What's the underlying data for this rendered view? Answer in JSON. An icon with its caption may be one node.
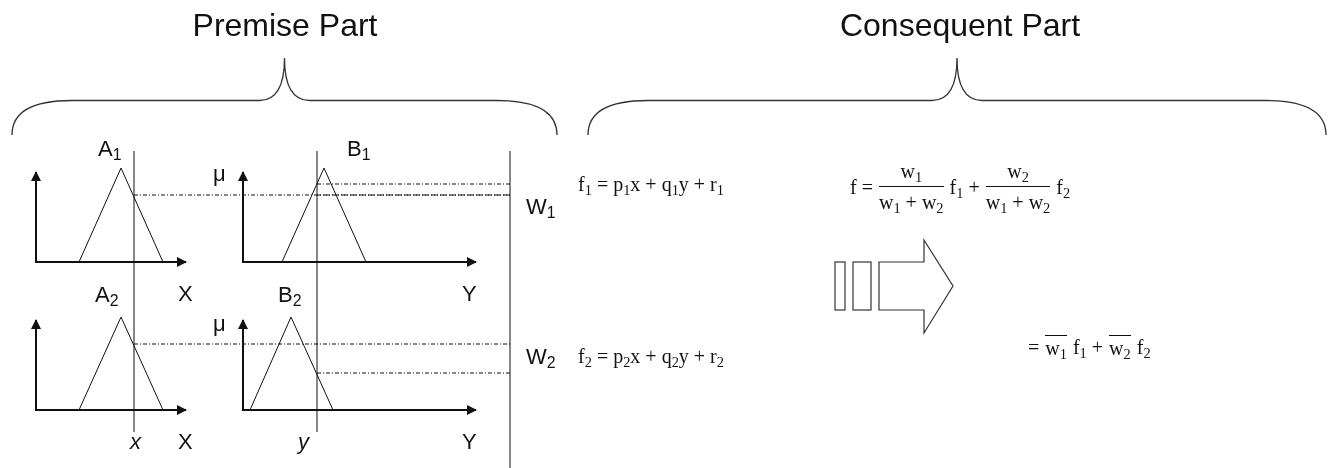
{
  "diagram": {
    "labels": [
      "Premise Part",
      "Consequent Part",
      "A$_{1}$",
      "μ",
      "B$_{1}$",
      "W$_{1}$",
      "f$_{1}$ =  p$_{1}$x +  q$_{1}$y +  r$_{1}$",
      "f =",
      "w$_{1}$",
      "w$_{1}$ +  w$_{2}$",
      "f$_{1}$ +",
      "w$_{2}$",
      "w$_{1}$ +  w$_{2}$",
      "f$_{2}$",
      "=",
      "w$_{1}$",
      "f$_{1}$ +",
      "w$_{2}$",
      "f$_{2}$",
      "A$_{2}$",
      "X",
      "B$_{2}$",
      "Y",
      "μ",
      "W$_{2}$",
      "f$_{2}$ =  p$_{2}$x +  q$_{2}$y +  r$_{2}$",
      "x",
      "X",
      "y",
      "Y"
    ]
  }
}
